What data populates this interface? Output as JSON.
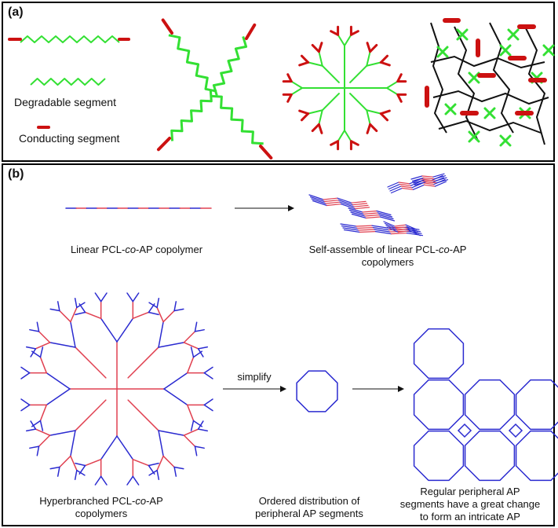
{
  "panel_a": {
    "label": "(a)",
    "legend": {
      "degradable": "Degradable segment",
      "conducting": "Conducting segment"
    }
  },
  "panel_b": {
    "label": "(b)",
    "linear_caption": {
      "pre": "Linear PCL-",
      "it": "co",
      "post": "-AP copolymer"
    },
    "selfassemble_caption": {
      "pre": "Self-assemble of linear PCL-",
      "it": "co",
      "post": "-AP",
      "line2": "copolymers"
    },
    "hyper_caption": {
      "pre": "Hyperbranched PCL-",
      "it": "co",
      "post": "-AP",
      "line2": "copolymers"
    },
    "simplify_label": "simplify",
    "ordered_caption": {
      "line1": "Ordered distribution of",
      "line2": "peripheral AP segments"
    },
    "regular_caption": {
      "line1": "Regular peripheral AP",
      "line2": "segments have a great change",
      "line3": "to form an intricate AP"
    }
  },
  "colors": {
    "degradable": "#33e033",
    "conducting": "#cc1111",
    "pcl": "#2a2ad0",
    "ap": "#e04050",
    "black": "#111111"
  }
}
